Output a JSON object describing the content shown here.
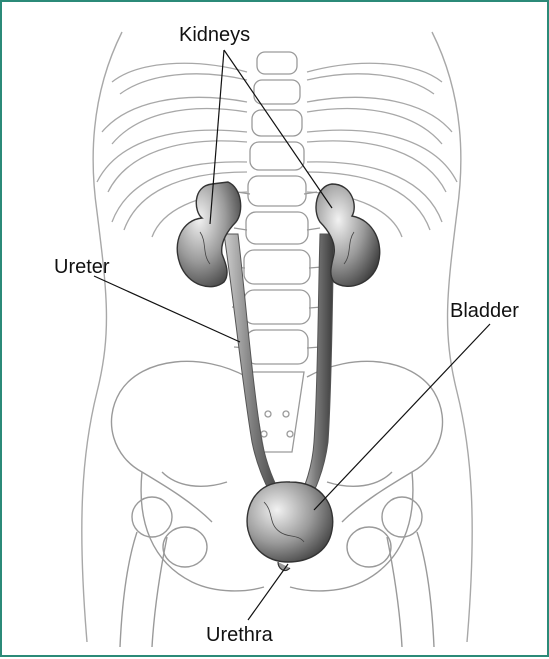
{
  "labels": {
    "kidneys": "Kidneys",
    "ureter": "Ureter",
    "bladder": "Bladder",
    "urethra": "Urethra"
  },
  "colors": {
    "frame": "#2b8a78",
    "outline": "#9a9a9a",
    "organ_dark": "#5a5a5a",
    "organ_light": "#e6e6e6",
    "leader": "#111111"
  }
}
